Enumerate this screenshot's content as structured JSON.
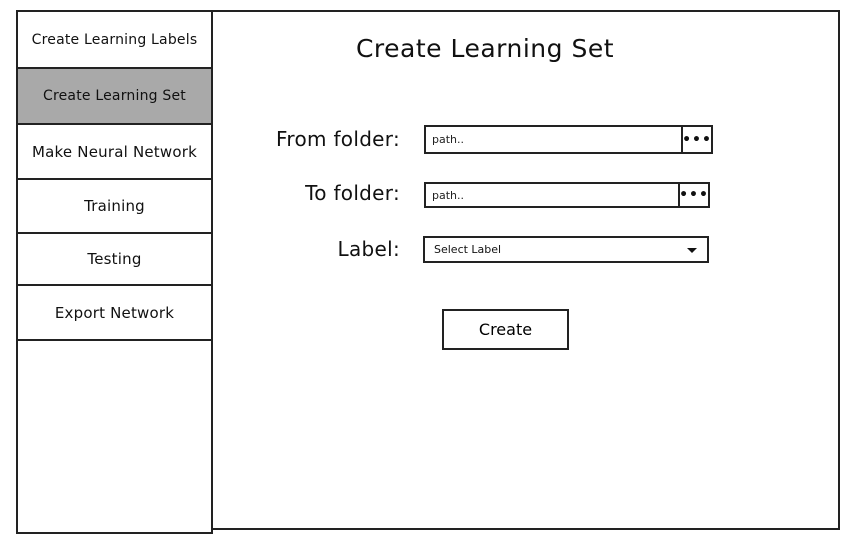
{
  "sidebar": {
    "items": [
      {
        "label": "Create Learning Labels",
        "active": false
      },
      {
        "label": "Create Learning Set",
        "active": true
      },
      {
        "label": "Make Neural Network",
        "active": false
      },
      {
        "label": "Training",
        "active": false
      },
      {
        "label": "Testing",
        "active": false
      },
      {
        "label": "Export Network",
        "active": false
      }
    ]
  },
  "main": {
    "title": "Create Learning Set",
    "from_folder": {
      "label": "From folder:",
      "placeholder": "path..",
      "browse_label": "•••"
    },
    "to_folder": {
      "label": "To folder:",
      "placeholder": "path..",
      "browse_label": "•••"
    },
    "label_field": {
      "label": "Label:",
      "selected": "Select Label"
    },
    "create_label": "Create"
  },
  "colors": {
    "active_item": "#a9a9a9",
    "border": "#222222",
    "background": "#ffffff"
  }
}
